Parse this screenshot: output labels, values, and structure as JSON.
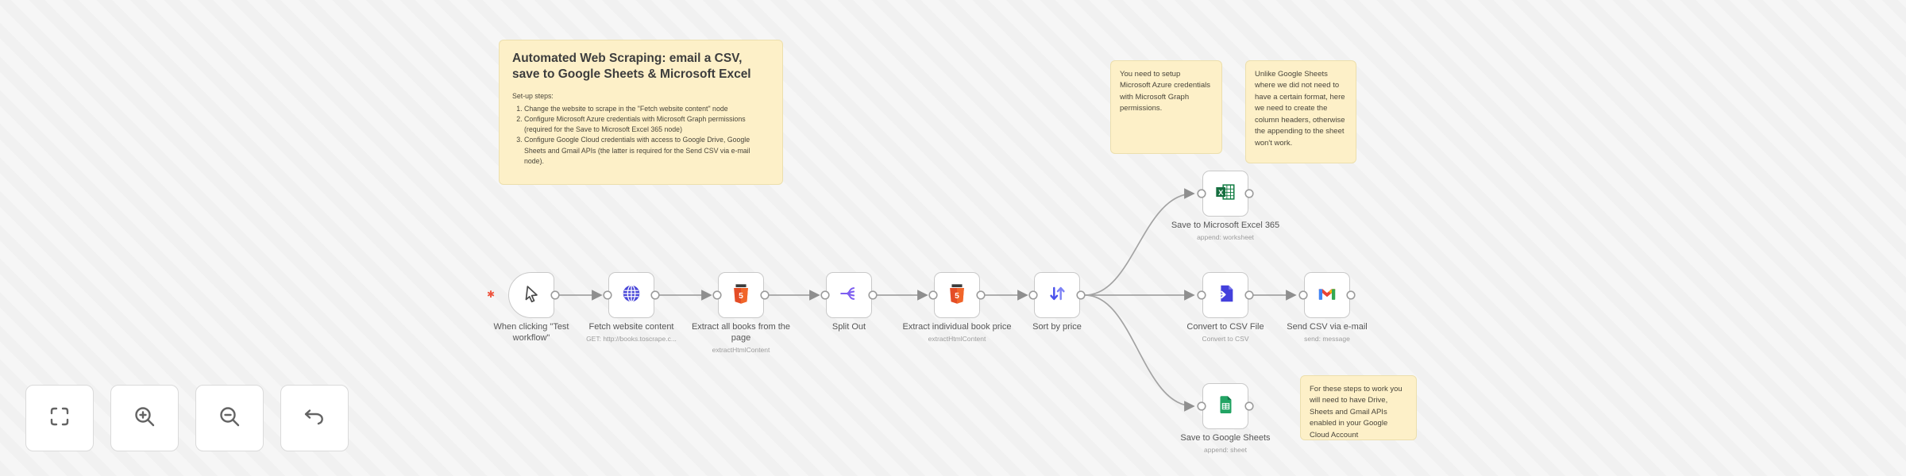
{
  "workflow": {
    "sticky_notes": {
      "main": {
        "title": "Automated Web Scraping: email a CSV, save to Google Sheets & Microsoft Excel",
        "intro": "Set-up steps:",
        "steps": [
          "Change the website to scrape in the \"Fetch website content\" node",
          "Configure Microsoft Azure credentials with Microsoft Graph permissions (required for the Save to Microsoft Excel 365 node)",
          "Configure Google Cloud credentials with access to Google Drive, Google Sheets and Gmail APIs (the latter is required for the Send CSV via e-mail node)."
        ]
      },
      "azure": {
        "text": "You need to setup Microsoft Azure credentials with Microsoft Graph permissions."
      },
      "excel_format": {
        "text": "Unlike Google Sheets where we did not need to have a certain format, here we need to create the column headers, otherwise the appending to the sheet won't work."
      },
      "google_apis": {
        "text": "For these steps to work you will need to have Drive, Sheets and Gmail APIs enabled in your Google Cloud Account"
      }
    },
    "nodes": [
      {
        "id": "manual-trigger",
        "label": "When clicking \"Test workflow\"",
        "subtitle": "",
        "icon": "cursor-icon"
      },
      {
        "id": "http-request",
        "label": "Fetch website content",
        "subtitle": "GET: http://books.toscrape.c...",
        "icon": "globe-icon"
      },
      {
        "id": "html-extract-books",
        "label": "Extract all books from the page",
        "subtitle": "extractHtmlContent",
        "icon": "html5-icon"
      },
      {
        "id": "split-out",
        "label": "Split Out",
        "subtitle": "",
        "icon": "split-icon"
      },
      {
        "id": "html-extract-price",
        "label": "Extract individual book price",
        "subtitle": "extractHtmlContent",
        "icon": "html5-icon"
      },
      {
        "id": "sort",
        "label": "Sort by price",
        "subtitle": "",
        "icon": "sort-icon"
      },
      {
        "id": "excel",
        "label": "Save to Microsoft Excel 365",
        "subtitle": "append: worksheet",
        "icon": "excel-icon"
      },
      {
        "id": "convert-csv",
        "label": "Convert to CSV File",
        "subtitle": "Convert to CSV",
        "icon": "csv-file-icon"
      },
      {
        "id": "gmail",
        "label": "Send CSV via e-mail",
        "subtitle": "send: message",
        "icon": "gmail-icon"
      },
      {
        "id": "sheets",
        "label": "Save to Google Sheets",
        "subtitle": "append: sheet",
        "icon": "sheets-icon"
      }
    ],
    "controls": [
      "fit-view",
      "zoom-in",
      "zoom-out",
      "reset-zoom"
    ],
    "colors": {
      "sticky_bg": "#fdf0c8",
      "node_border": "#c9c9c9",
      "connection": "#a3a3a3",
      "trigger_marker": "#ee543e",
      "http": "#4946d8",
      "html5": "#e44d26",
      "split": "#7d5ef0",
      "sort": "#545af2",
      "excel": "#107c41",
      "csv_file": "#4340dc",
      "sheets": "#23a464",
      "gmail_red": "#ea4335",
      "gmail_blue": "#4285f4",
      "gmail_green": "#34a853",
      "gmail_yellow": "#fbbc04"
    }
  }
}
